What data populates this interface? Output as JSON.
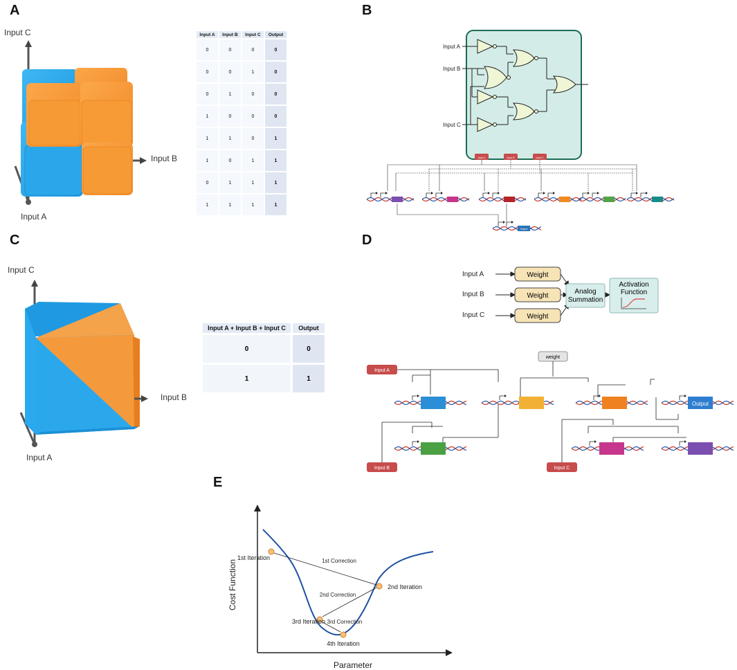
{
  "panels": {
    "a": "A",
    "b": "B",
    "c": "C",
    "d": "D",
    "e": "E"
  },
  "axes": {
    "input_a": "Input A",
    "input_b": "Input B",
    "input_c": "Input C"
  },
  "truth_table": {
    "headers": [
      "Input A",
      "Input B",
      "Input C",
      "Output"
    ],
    "rows": [
      [
        "0",
        "0",
        "0",
        "0"
      ],
      [
        "0",
        "0",
        "1",
        "0"
      ],
      [
        "0",
        "1",
        "0",
        "0"
      ],
      [
        "1",
        "0",
        "0",
        "0"
      ],
      [
        "1",
        "1",
        "0",
        "1"
      ],
      [
        "1",
        "0",
        "1",
        "1"
      ],
      [
        "0",
        "1",
        "1",
        "1"
      ],
      [
        "1",
        "1",
        "1",
        "1"
      ]
    ]
  },
  "sum_table": {
    "headers": [
      "Input A + Input B + Input C",
      "Output"
    ],
    "rows": [
      [
        "0",
        "0"
      ],
      [
        "1",
        "1"
      ]
    ]
  },
  "circuit_b": {
    "inputs": [
      "Input A",
      "Input B",
      "Input C"
    ],
    "tags": [
      "Input A",
      "Input B",
      "Input C"
    ],
    "output_label": "Output"
  },
  "network_d": {
    "inputs": [
      "Input A",
      "Input B",
      "Input C"
    ],
    "weight_label": "Weight",
    "summation": [
      "Analog",
      "Summation"
    ],
    "activation": [
      "Activation",
      "Function"
    ]
  },
  "genetic_d": {
    "weight_tag": "weight",
    "input_a": "Input A",
    "input_b": "Input B",
    "input_c": "Input C",
    "output": "Output"
  },
  "colors": {
    "blue": "#29a9ec",
    "orange": "#f59a3c",
    "teal_box": "#d4ede8",
    "teal_border": "#1e6b57",
    "weight_fill": "#f6e3b6",
    "sum_fill": "#d8eeec",
    "curve": "#1f4fa0"
  },
  "chart_data": {
    "type": "line",
    "xlabel": "Parameter",
    "ylabel": "Cost Function",
    "annotations": [
      {
        "label": "1st Iteration",
        "sup": "st"
      },
      {
        "label": "2nd Iteration",
        "sup": "nd"
      },
      {
        "label": "3rd Iteration",
        "sup": "rd"
      },
      {
        "label": "4th Iteration",
        "sup": "th"
      }
    ],
    "corrections": [
      "1st Correction",
      "2nd Correction",
      "3rd Correction"
    ]
  }
}
